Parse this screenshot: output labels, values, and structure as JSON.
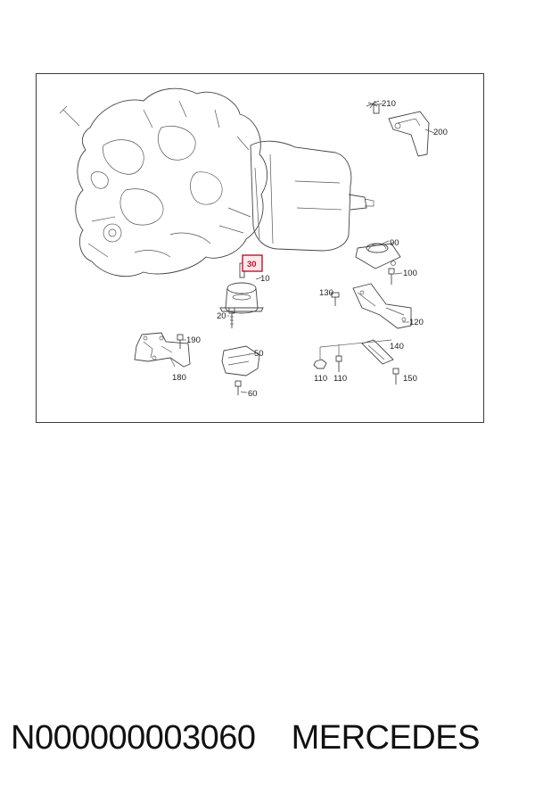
{
  "diagram": {
    "callouts": {
      "c10": "10",
      "c20": "20",
      "c30": "30",
      "c50": "50",
      "c60": "60",
      "c90": "90",
      "c100": "100",
      "c110a": "110",
      "c110b": "110",
      "c120": "120",
      "c130": "130",
      "c140": "140",
      "c150": "150",
      "c180": "180",
      "c190": "190",
      "c200": "200",
      "c210": "210"
    },
    "highlight_color": "#c8102e"
  },
  "caption": {
    "part_number": "N000000003060",
    "brand": "MERCEDES"
  }
}
